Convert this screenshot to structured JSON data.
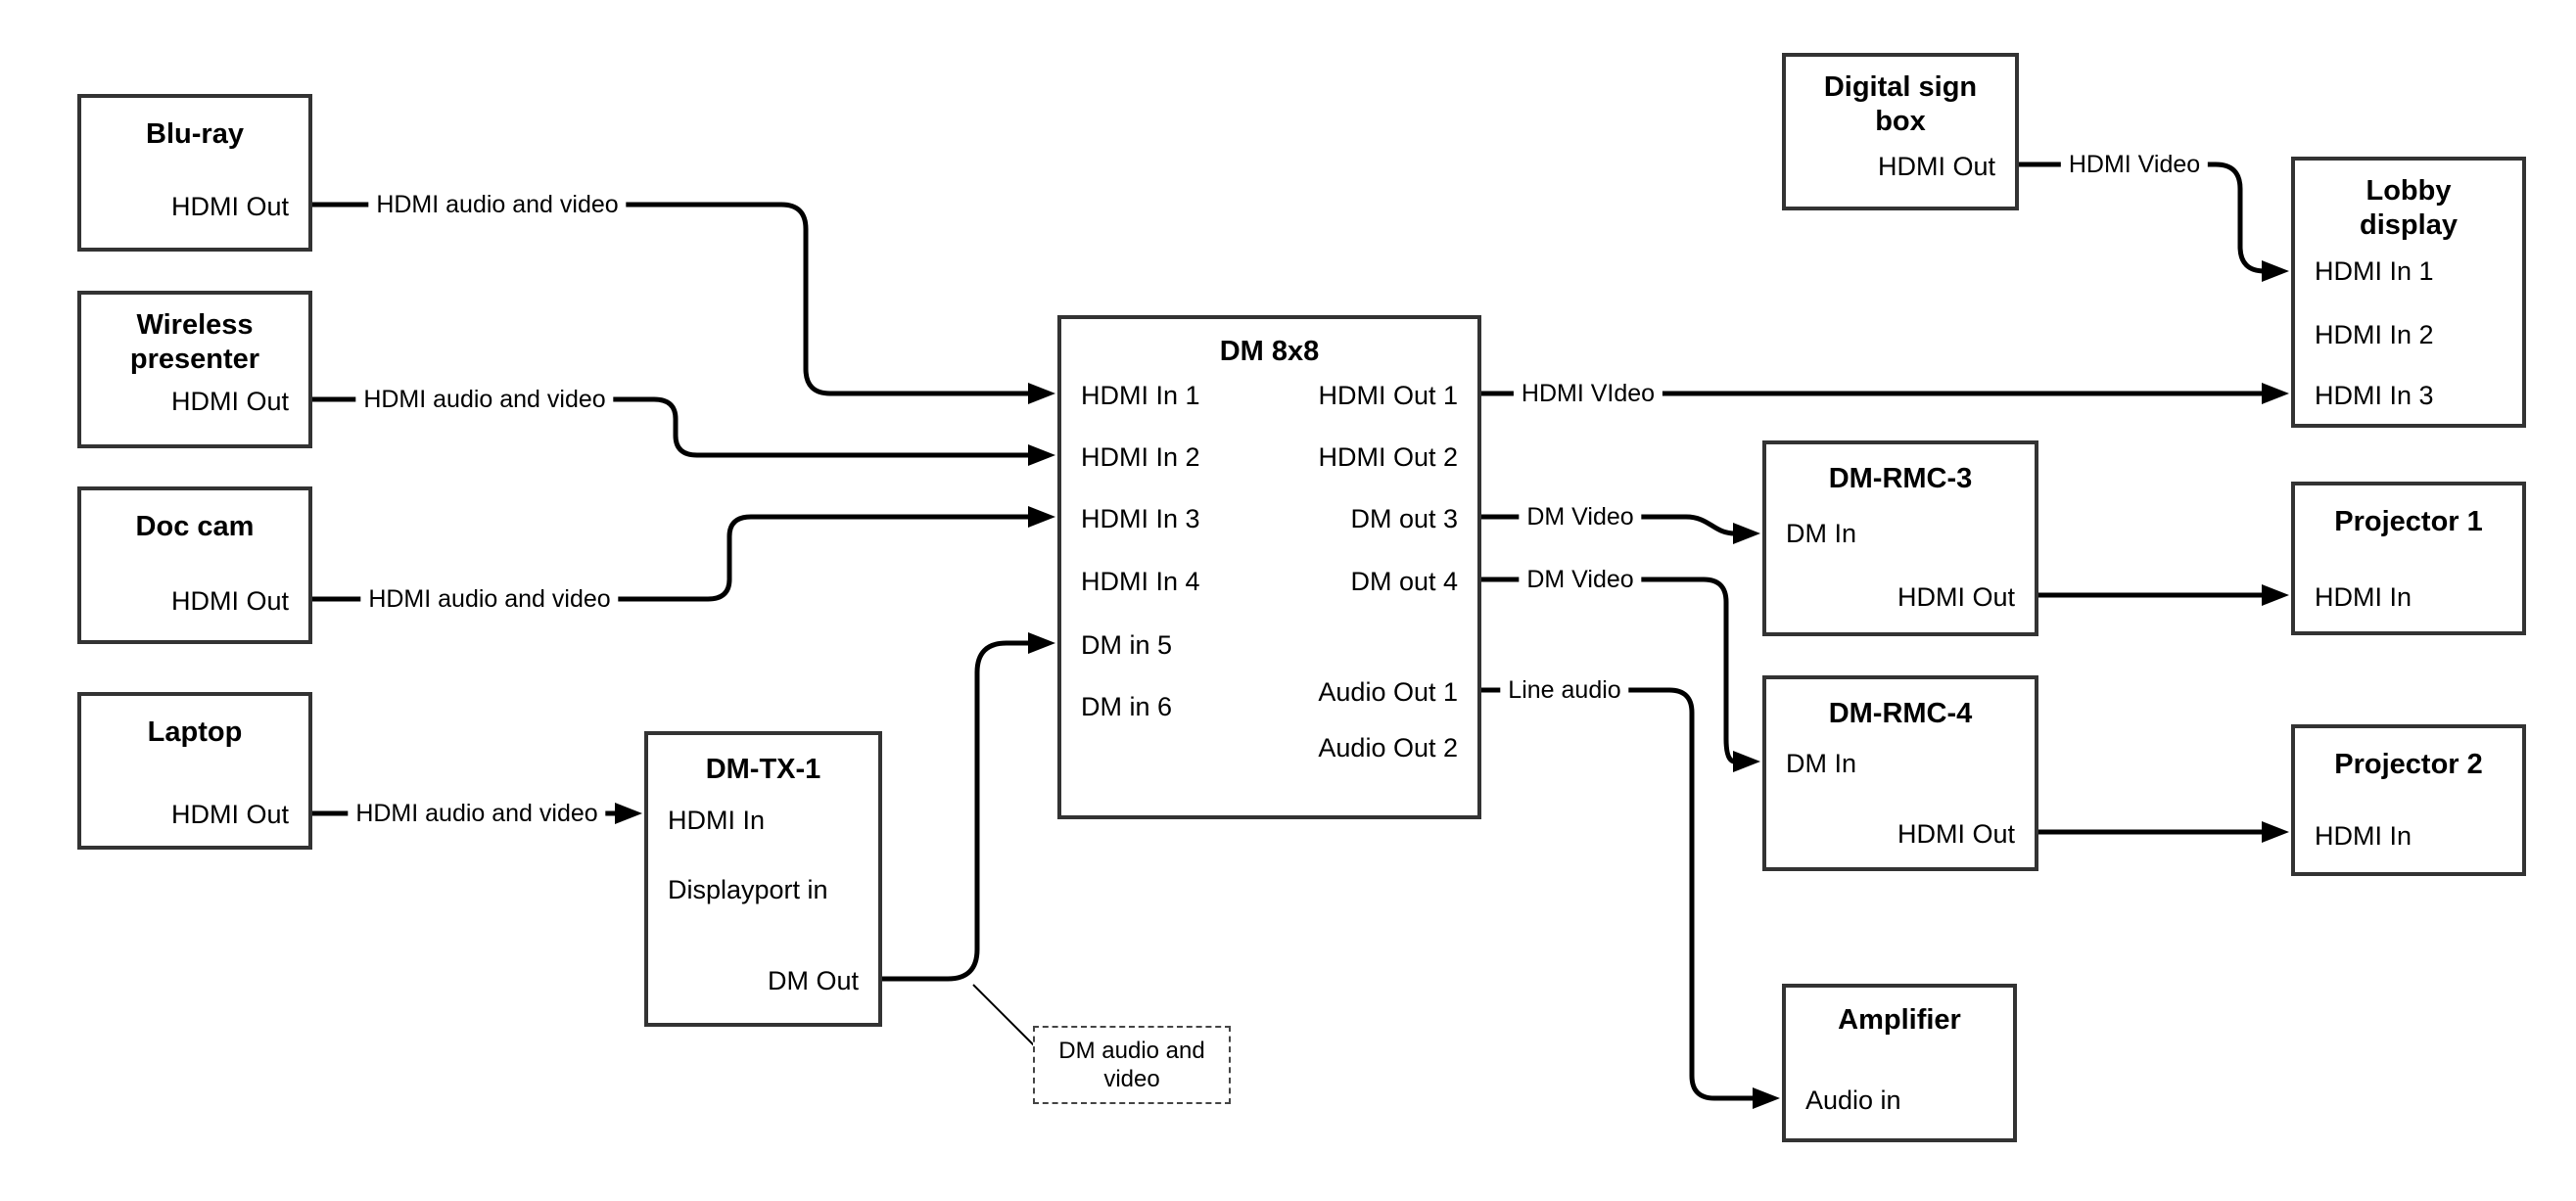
{
  "colors": {
    "background": "#ffffff",
    "wire": "#000000",
    "box_border": "#333333"
  },
  "nodes": [
    {
      "id": "bluray",
      "title": "Blu-ray",
      "ports": [
        {
          "name": "HDMI Out"
        }
      ]
    },
    {
      "id": "wireless",
      "title": "Wireless presenter",
      "ports": [
        {
          "name": "HDMI Out"
        }
      ]
    },
    {
      "id": "doccam",
      "title": "Doc cam",
      "ports": [
        {
          "name": "HDMI Out"
        }
      ]
    },
    {
      "id": "laptop",
      "title": "Laptop",
      "ports": [
        {
          "name": "HDMI Out"
        }
      ]
    },
    {
      "id": "dmtx1",
      "title": "DM-TX-1",
      "ports": [
        {
          "name": "HDMI In"
        },
        {
          "name": "Displayport in"
        },
        {
          "name": "DM Out"
        }
      ]
    },
    {
      "id": "dm8x8",
      "title": "DM 8x8",
      "ports": [
        {
          "name": "HDMI In 1"
        },
        {
          "name": "HDMI In 2"
        },
        {
          "name": "HDMI In 3"
        },
        {
          "name": "HDMI In 4"
        },
        {
          "name": "DM in 5"
        },
        {
          "name": "DM in 6"
        },
        {
          "name": "HDMI Out 1"
        },
        {
          "name": "HDMI Out 2"
        },
        {
          "name": "DM out 3"
        },
        {
          "name": "DM out 4"
        },
        {
          "name": "Audio Out 1"
        },
        {
          "name": "Audio Out 2"
        }
      ]
    },
    {
      "id": "digitalsign",
      "title": "Digital sign box",
      "ports": [
        {
          "name": "HDMI Out"
        }
      ]
    },
    {
      "id": "lobby",
      "title": "Lobby display",
      "ports": [
        {
          "name": "HDMI In 1"
        },
        {
          "name": "HDMI In 2"
        },
        {
          "name": "HDMI In 3"
        }
      ]
    },
    {
      "id": "rmc3",
      "title": "DM-RMC-3",
      "ports": [
        {
          "name": "DM In"
        },
        {
          "name": "HDMI Out"
        }
      ]
    },
    {
      "id": "proj1",
      "title": "Projector 1",
      "ports": [
        {
          "name": "HDMI In"
        }
      ]
    },
    {
      "id": "rmc4",
      "title": "DM-RMC-4",
      "ports": [
        {
          "name": "DM In"
        },
        {
          "name": "HDMI Out"
        }
      ]
    },
    {
      "id": "proj2",
      "title": "Projector 2",
      "ports": [
        {
          "name": "HDMI In"
        }
      ]
    },
    {
      "id": "amp",
      "title": "Amplifier",
      "ports": [
        {
          "name": "Audio in"
        }
      ]
    }
  ],
  "wire_labels": [
    {
      "id": "w1",
      "text": "HDMI audio and video"
    },
    {
      "id": "w2",
      "text": "HDMI audio and video"
    },
    {
      "id": "w3",
      "text": "HDMI audio and video"
    },
    {
      "id": "w4",
      "text": "HDMI audio and video"
    },
    {
      "id": "w5",
      "text": "HDMI VIdeo"
    },
    {
      "id": "w6",
      "text": "HDMI Video"
    },
    {
      "id": "w7",
      "text": "DM Video"
    },
    {
      "id": "w8",
      "text": "DM Video"
    },
    {
      "id": "w9",
      "text": "Line audio"
    }
  ],
  "callout": {
    "text": "DM audio and video"
  },
  "edges": [
    {
      "from": "bluray.HDMI Out",
      "to": "dm8x8.HDMI In 1",
      "label_id": "w1"
    },
    {
      "from": "wireless.HDMI Out",
      "to": "dm8x8.HDMI In 2",
      "label_id": "w2"
    },
    {
      "from": "doccam.HDMI Out",
      "to": "dm8x8.HDMI In 3",
      "label_id": "w3"
    },
    {
      "from": "laptop.HDMI Out",
      "to": "dmtx1.HDMI In",
      "label_id": "w4"
    },
    {
      "from": "dmtx1.DM Out",
      "to": "dm8x8.DM in 5",
      "note": "callout"
    },
    {
      "from": "dm8x8.HDMI Out 1",
      "to": "lobby.HDMI In 3",
      "label_id": "w5"
    },
    {
      "from": "digitalsign.HDMI Out",
      "to": "lobby.HDMI In 1",
      "label_id": "w6"
    },
    {
      "from": "dm8x8.DM out 3",
      "to": "rmc3.DM In",
      "label_id": "w7"
    },
    {
      "from": "dm8x8.DM out 4",
      "to": "rmc4.DM In",
      "label_id": "w8"
    },
    {
      "from": "dm8x8.Audio Out 1",
      "to": "amp.Audio in",
      "label_id": "w9"
    },
    {
      "from": "rmc3.HDMI Out",
      "to": "proj1.HDMI In"
    },
    {
      "from": "rmc4.HDMI Out",
      "to": "proj2.HDMI In"
    }
  ]
}
